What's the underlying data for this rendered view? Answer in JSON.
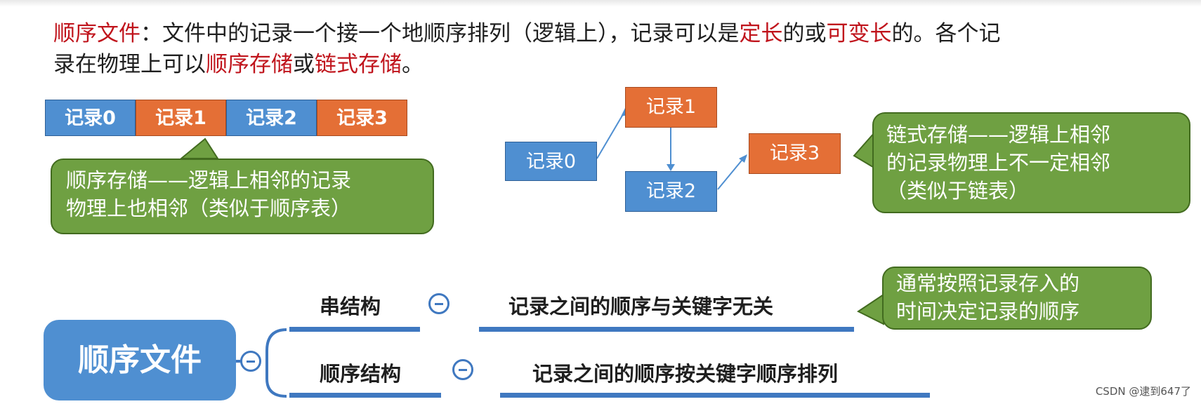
{
  "intro": {
    "t1": "顺序文件",
    "t2": "：文件中的记录一个接一个地顺序排列（逻辑上），记录可以是",
    "t3": "定长",
    "t4": "的或",
    "t5": "可变长",
    "t6": "的。各个记",
    "t7": "录在物理上可以",
    "t8": "顺序存储",
    "t9": "或",
    "t10": "链式存储",
    "t11": "。"
  },
  "sequential": {
    "records": [
      "记录0",
      "记录1",
      "记录2",
      "记录3"
    ],
    "callout_line1": "顺序存储——逻辑上相邻的记录",
    "callout_line2": "物理上也相邻（类似于顺序表）"
  },
  "linked": {
    "rec0": "记录0",
    "rec1": "记录1",
    "rec2": "记录2",
    "rec3": "记录3",
    "callout_line1": "链式存储——逻辑上相邻",
    "callout_line2": "的记录物理上不一定相邻",
    "callout_line3": "（类似于链表）"
  },
  "mindmap": {
    "topic": "顺序文件",
    "branch1": "串结构",
    "branch1_leaf": "记录之间的顺序与关键字无关",
    "branch1_note_line1": "通常按照记录存入的",
    "branch1_note_line2": "时间决定记录的顺序",
    "branch2": "顺序结构",
    "branch2_leaf": "记录之间的顺序按关键字顺序排列"
  },
  "watermark": "CSDN @逮到647了"
}
